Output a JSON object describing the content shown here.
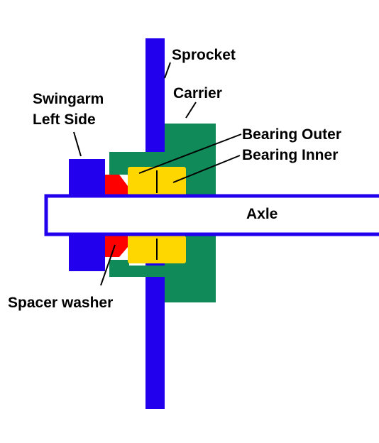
{
  "labels": {
    "sprocket": "Sprocket",
    "carrier": "Carrier",
    "swingarm_line1": "Swingarm",
    "swingarm_line2": "Left Side",
    "bearing_outer": "Bearing Outer",
    "bearing_inner": "Bearing Inner",
    "axle": "Axle",
    "spacer_washer": "Spacer washer"
  },
  "colors": {
    "sprocket": "#2200ee",
    "swingarm": "#2200ee",
    "carrier": "#0f8a58",
    "bearing": "#ffd700",
    "spacer": "#ff0000",
    "axle_outline": "#2200ee",
    "axle_fill": "#ffffff"
  }
}
